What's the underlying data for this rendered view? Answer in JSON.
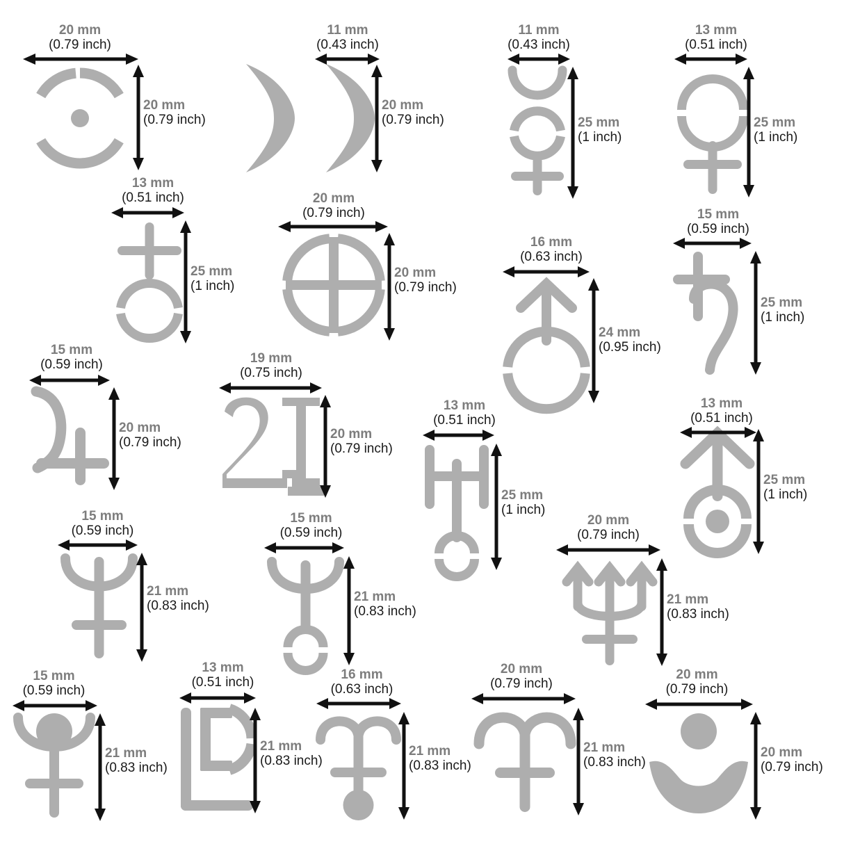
{
  "page": {
    "title": "Planetary and astronomical symbol stencils with dimensions",
    "symbol_color": "#aeaeae",
    "mm_label_color": "#7d7d7d",
    "inch_label_color": "#1a1a1a",
    "background": "#ffffff",
    "units": {
      "mm": "mm",
      "inch": "inch"
    }
  },
  "items": [
    {
      "id": "sun",
      "name": "sun-symbol",
      "width_mm": "20 mm",
      "width_in": "(0.79 inch)",
      "height_mm": "20 mm",
      "height_in": "(0.79 inch)"
    },
    {
      "id": "moon-wide",
      "name": "crescent-moon-wide-symbol",
      "width_mm": "",
      "width_in": "",
      "height_mm": "",
      "height_in": ""
    },
    {
      "id": "moon-narrow",
      "name": "crescent-moon-symbol",
      "width_mm": "11 mm",
      "width_in": "(0.43 inch)",
      "height_mm": "20 mm",
      "height_in": "(0.79 inch)"
    },
    {
      "id": "mercury",
      "name": "mercury-symbol",
      "width_mm": "11 mm",
      "width_in": "(0.43 inch)",
      "height_mm": "25 mm",
      "height_in": "(1 inch)"
    },
    {
      "id": "venus",
      "name": "venus-symbol",
      "width_mm": "13 mm",
      "width_in": "(0.51 inch)",
      "height_mm": "25 mm",
      "height_in": "(1 inch)"
    },
    {
      "id": "earth-cross",
      "name": "earth-cross-circle-symbol",
      "width_mm": "13 mm",
      "width_in": "(0.51 inch)",
      "height_mm": "25 mm",
      "height_in": "(1 inch)"
    },
    {
      "id": "earth-globe",
      "name": "earth-globe-symbol",
      "width_mm": "20 mm",
      "width_in": "(0.79 inch)",
      "height_mm": "20 mm",
      "height_in": "(0.79 inch)"
    },
    {
      "id": "mars",
      "name": "mars-symbol",
      "width_mm": "16 mm",
      "width_in": "(0.63 inch)",
      "height_mm": "24 mm",
      "height_in": "(0.95 inch)"
    },
    {
      "id": "saturn",
      "name": "saturn-symbol",
      "width_mm": "15 mm",
      "width_in": "(0.59 inch)",
      "height_mm": "25 mm",
      "height_in": "(1 inch)"
    },
    {
      "id": "jupiter-simple",
      "name": "jupiter-symbol",
      "width_mm": "15 mm",
      "width_in": "(0.59 inch)",
      "height_mm": "20 mm",
      "height_in": "(0.79 inch)"
    },
    {
      "id": "jupiter-serif",
      "name": "jupiter-serif-symbol",
      "width_mm": "19 mm",
      "width_in": "(0.75 inch)",
      "height_mm": "20 mm",
      "height_in": "(0.79 inch)"
    },
    {
      "id": "uranus-h",
      "name": "uranus-h-symbol",
      "width_mm": "13 mm",
      "width_in": "(0.51 inch)",
      "height_mm": "25 mm",
      "height_in": "(1 inch)"
    },
    {
      "id": "uranus-arrow",
      "name": "uranus-herschel-symbol",
      "width_mm": "13 mm",
      "width_in": "(0.51 inch)",
      "height_mm": "25 mm",
      "height_in": "(1 inch)"
    },
    {
      "id": "neptune-cross",
      "name": "neptune-cross-symbol",
      "width_mm": "15 mm",
      "width_in": "(0.59 inch)",
      "height_mm": "21 mm",
      "height_in": "(0.83 inch)"
    },
    {
      "id": "neptune-circle",
      "name": "neptune-circle-symbol",
      "width_mm": "15 mm",
      "width_in": "(0.59 inch)",
      "height_mm": "21 mm",
      "height_in": "(0.83 inch)"
    },
    {
      "id": "neptune-trident",
      "name": "neptune-trident-symbol",
      "width_mm": "20 mm",
      "width_in": "(0.79 inch)",
      "height_mm": "21 mm",
      "height_in": "(0.83 inch)"
    },
    {
      "id": "pluto-disc",
      "name": "pluto-disc-symbol",
      "width_mm": "15 mm",
      "width_in": "(0.59 inch)",
      "height_mm": "21 mm",
      "height_in": "(0.83 inch)"
    },
    {
      "id": "pluto-pl",
      "name": "pluto-pl-monogram-symbol",
      "width_mm": "13 mm",
      "width_in": "(0.51 inch)",
      "height_mm": "21 mm",
      "height_in": "(0.83 inch)"
    },
    {
      "id": "orcus",
      "name": "orcus-symbol",
      "width_mm": "16 mm",
      "width_in": "(0.63 inch)",
      "height_mm": "21 mm",
      "height_in": "(0.83 inch)"
    },
    {
      "id": "eris",
      "name": "eris-symbol",
      "width_mm": "20 mm",
      "width_in": "(0.79 inch)",
      "height_mm": "21 mm",
      "height_in": "(0.83 inch)"
    },
    {
      "id": "dot-crescent",
      "name": "dot-over-crescent-symbol",
      "width_mm": "20 mm",
      "width_in": "(0.79 inch)",
      "height_mm": "20 mm",
      "height_in": "(0.79 inch)"
    }
  ]
}
